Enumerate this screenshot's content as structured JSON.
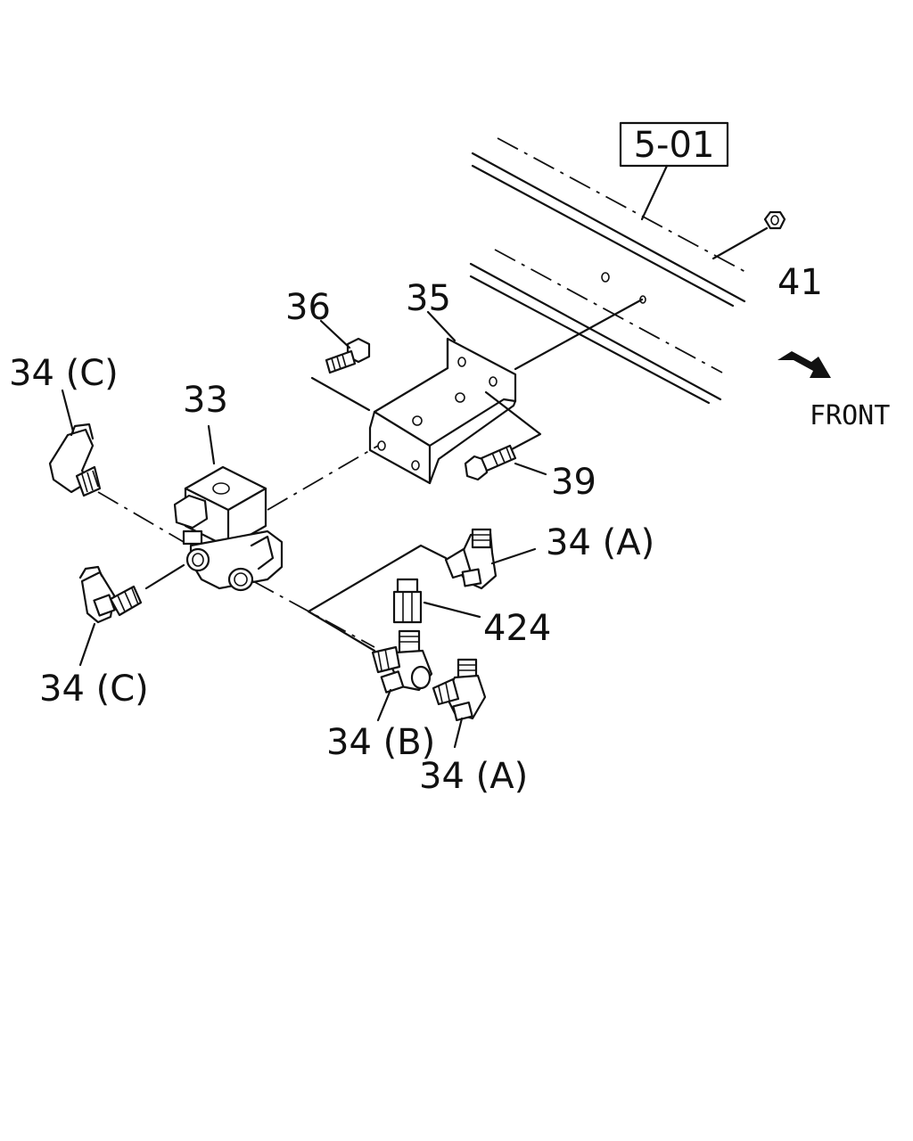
{
  "labels": {
    "ref_box": "5-01",
    "nut": "41",
    "front": "FRONT",
    "bracket": "35",
    "bolt_upper": "36",
    "bolt_lower": "39",
    "valve": "33",
    "elbow_c_upper": "34 (C)",
    "elbow_c_lower": "34 (C)",
    "elbow_a_upper": "34 (A)",
    "elbow_a_lower": "34 (A)",
    "tee_b": "34 (B)",
    "adapter": "424"
  }
}
